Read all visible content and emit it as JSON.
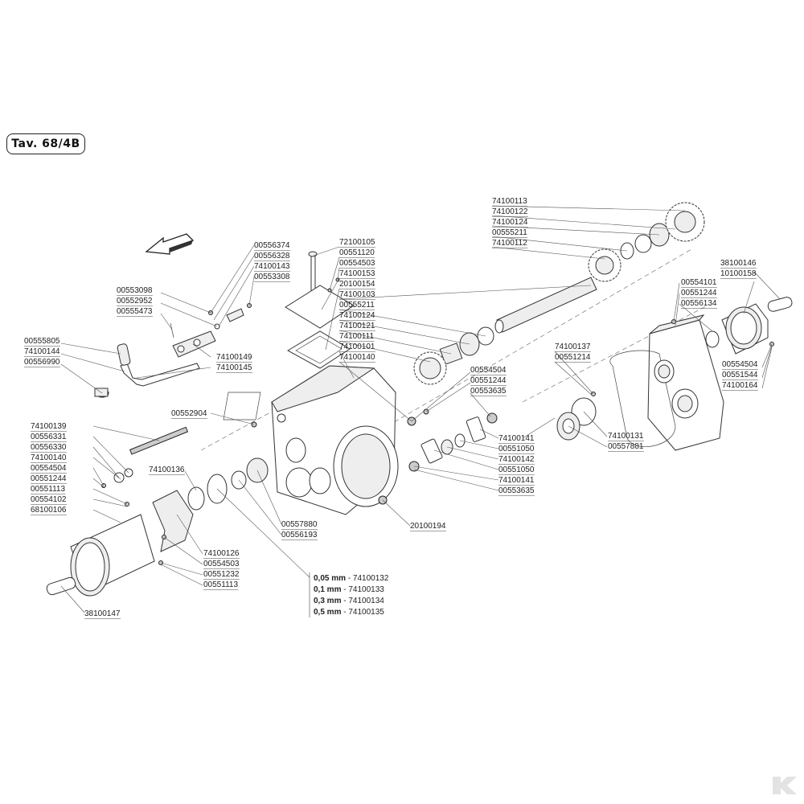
{
  "table_code": "Tav. 68/4B",
  "labels": {
    "g1": [
      "00556374",
      "00556328",
      "74100143",
      "00553308"
    ],
    "g2": [
      "72100105",
      "00551120",
      "00554503",
      "74100153",
      "20100154",
      "74100103",
      "00555211",
      "74100124",
      "74100121",
      "74100111",
      "74100101",
      "74100140"
    ],
    "g3": [
      "74100113",
      "74100122",
      "74100124",
      "00555211",
      "74100112"
    ],
    "g4": [
      "38100146",
      "10100158"
    ],
    "g5": [
      "00554101",
      "00551244",
      "00556134"
    ],
    "g6": [
      "00553098",
      "00552952",
      "00555473"
    ],
    "g7": [
      "00555805",
      "74100144",
      "00556990"
    ],
    "g8": [
      "74100149",
      "74100145"
    ],
    "g9": [
      "00554504",
      "00551244",
      "00553635"
    ],
    "g10": [
      "74100137",
      "00551214"
    ],
    "g11": [
      "00554504",
      "00551544",
      "74100164"
    ],
    "g12": [
      "74100131",
      "00557881"
    ],
    "g13": [
      "74100141",
      "00551050",
      "74100142",
      "00551050",
      "74100141",
      "00553635"
    ],
    "g14": [
      "74100139",
      "00556331",
      "00556330",
      "74100140",
      "00554504",
      "00551244",
      "00551113",
      "00554102",
      "68100106"
    ],
    "g15": [
      "74100136"
    ],
    "g16": [
      "00552904"
    ],
    "g17": [
      "00557880",
      "00556193"
    ],
    "g18": [
      "20100194"
    ],
    "g19": [
      "74100126",
      "00554503",
      "00551232",
      "00551113"
    ],
    "g20": [
      "38100147"
    ]
  },
  "thickness": [
    {
      "size": "0,05 mm",
      "sep": " - ",
      "code": "74100132"
    },
    {
      "size": "0,1 mm",
      "sep": " - ",
      "code": "74100133"
    },
    {
      "size": "0,3 mm",
      "sep": " - ",
      "code": "74100134"
    },
    {
      "size": "0,5 mm",
      "sep": " - ",
      "code": "74100135"
    }
  ],
  "colors": {
    "ink": "#222222",
    "line": "#555555",
    "fill": "#ffffff",
    "shade": "#cccccc"
  }
}
